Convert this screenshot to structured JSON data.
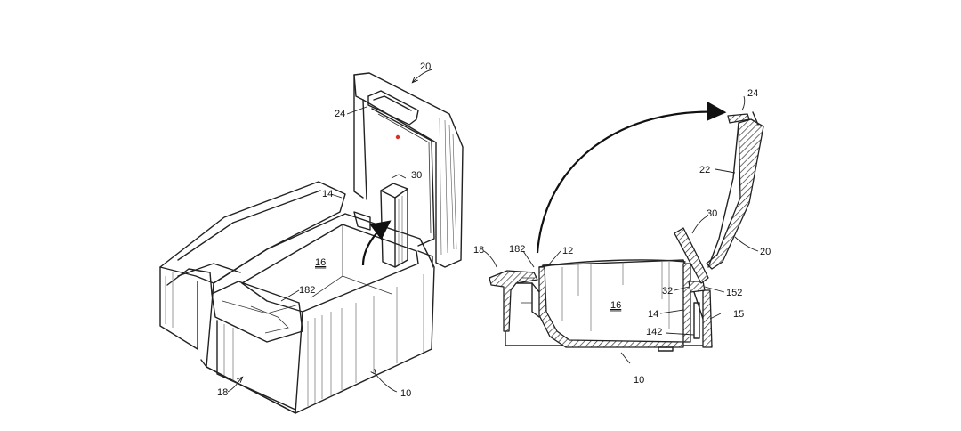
{
  "figure": {
    "left_view": {
      "labels": {
        "lid": "20",
        "handle": "24",
        "insert": "30",
        "wall": "14",
        "cavity": "16",
        "tray": "182",
        "front": "18",
        "base": "10"
      }
    },
    "right_view": {
      "labels": {
        "handle": "24",
        "lid_panel": "22",
        "insert": "30",
        "lid": "20",
        "front": "18",
        "tray": "182",
        "rim": "12",
        "pin": "32",
        "notch": "152",
        "wall": "14",
        "outer_wall": "15",
        "inner_wall": "142",
        "cavity": "16",
        "base": "10"
      }
    },
    "colors": {
      "line": "#222222",
      "marker": "#d9302a"
    }
  }
}
